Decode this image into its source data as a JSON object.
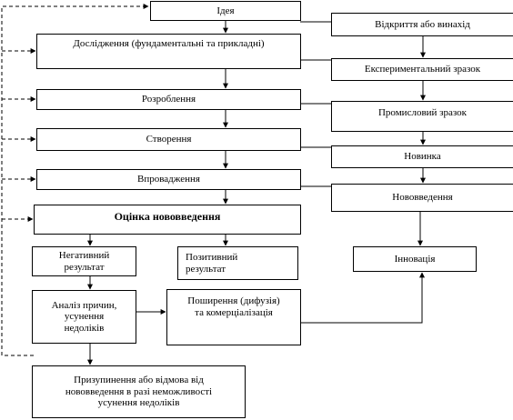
{
  "nodes": {
    "idea": "Ідея",
    "research": "Дослідження (фундаментальні та прикладні)",
    "development": "Розроблення",
    "creation": "Створення",
    "implementation": "Впровадження",
    "evaluation": "Оцінка нововведення",
    "negative": "Негативний\nрезультат",
    "positive": "Позитивний\nрезультат",
    "analysis": "Аналіз причин,\nусунення\nнедоліків",
    "diffusion": "Поширення (дифузія)\nта комерціалізація",
    "suspension": "Призупинення або відмова від\nнововведення в разі неможливості\nусунення недоліків",
    "discovery": "Відкриття або винахід",
    "prototype": "Експериментальний зразок",
    "industrial": "Промисловий зразок",
    "novelty": "Новинка",
    "innovation_new": "Нововведення",
    "innovation": "Інновація"
  },
  "colors": {
    "line": "#000000",
    "background": "#ffffff"
  }
}
